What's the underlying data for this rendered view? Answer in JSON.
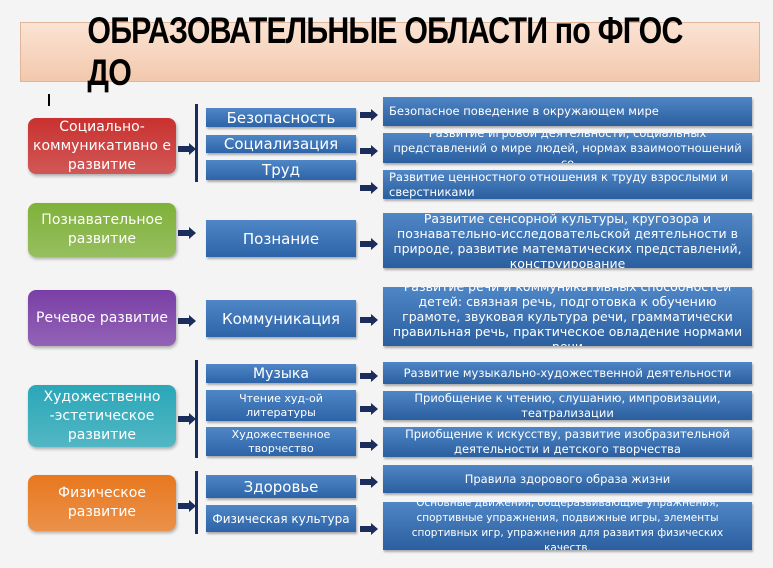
{
  "title": "ОБРАЗОВАТЕЛЬНЫЕ ОБЛАСТИ по ФГОС ДО",
  "areas": [
    {
      "label": "Социально-коммуникативно е развитие",
      "color": "#c8312f",
      "subs": [
        "Безопасность",
        "Социализация",
        "Труд"
      ]
    },
    {
      "label": "Познавательное развитие",
      "color": "#7fb13a",
      "subs": [
        "Познание"
      ]
    },
    {
      "label": "Речевое развитие",
      "color": "#7a3fa6",
      "subs": [
        "Коммуникация"
      ]
    },
    {
      "label": "Художественно -эстетическое развитие",
      "color": "#2aa7b8",
      "subs": [
        "Музыка",
        "Чтение худ-ой литературы",
        "Художественное творчество"
      ]
    },
    {
      "label": "Физическое развитие",
      "color": "#e8781f",
      "subs": [
        "Здоровье",
        "Физическая культура"
      ]
    }
  ],
  "descriptions": [
    "Безопасное поведение в окружающем мире",
    "Развитие игровой деятельности, социальных представлений о мире людей, нормах  взаимоотношений со",
    "Развитие ценностного отношения к труду взрослыми и сверстниками",
    "Развитие сенсорной культуры, кругозора и познавательно-исследовательской деятельности в природе, развитие математических представлений, конструирование",
    "Развитие речи и коммуникативных способностей детей: связная речь, подготовка к обучению грамоте, звуковая культура речи, грамматически правильная речь, практическое овладение нормами речи",
    "Развитие музыкально-художественной деятельности",
    "Приобщение к чтению, слушанию, импровизации, театрализации",
    "Приобщение к искусству, развитие изобразительной деятельности и детского творчества",
    "Правила здорового образа жизни",
    "Основные движения, общеразвивающие упражнения, спортивные упражнения, подвижные игры, элементы спортивных игр, упражнения для развития физических качеств."
  ]
}
